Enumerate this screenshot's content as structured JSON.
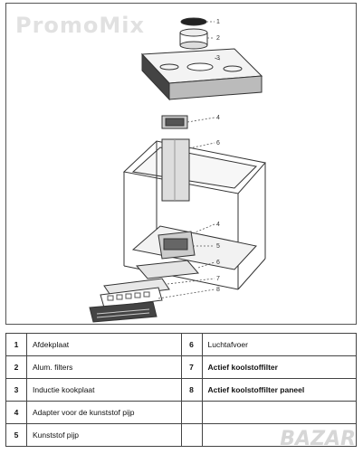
{
  "watermark": "PromoMix",
  "bottom_watermark": "BAZAR",
  "callouts": [
    "1",
    "2",
    "3",
    "4",
    "6",
    "4",
    "5",
    "6",
    "7",
    "8"
  ],
  "parts_table": {
    "rows": [
      {
        "left_num": "1",
        "left_label": "Afdekplaat",
        "right_num": "6",
        "right_label": "Luchtafvoer"
      },
      {
        "left_num": "2",
        "left_label": "Alum. filters",
        "right_num": "7",
        "right_label": "Actief koolstoffilter"
      },
      {
        "left_num": "3",
        "left_label": "Inductie kookplaat",
        "right_num": "8",
        "right_label": "Actief koolstoffilter paneel"
      },
      {
        "left_num": "4",
        "left_label": "Adapter voor de kunststof pijp",
        "right_num": "",
        "right_label": ""
      },
      {
        "left_num": "5",
        "left_label": "Kunststof pijp",
        "right_num": "",
        "right_label": ""
      }
    ]
  }
}
